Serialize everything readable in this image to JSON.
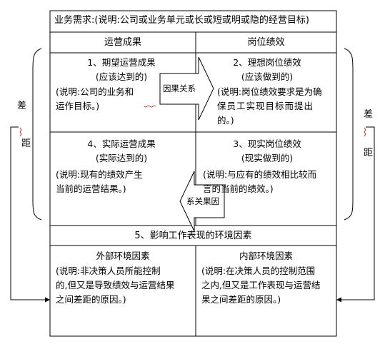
{
  "header": {
    "text": "业务需求:(说明:公司或业务单元或长或短或明或隐的经营目标)"
  },
  "columns": {
    "left": "运营成果",
    "right": "岗位绩效"
  },
  "q1": {
    "title": "1、期望运营成果",
    "sub": "(应该达到的)",
    "desc1": "(说明:公司的业务和",
    "desc2": "运作目标。)"
  },
  "q2": {
    "title": "2、理想岗位绩效",
    "sub": "(应该做到的)",
    "desc1": "(说明:岗位绩效要求是为确",
    "desc2": "保员工实现目标而提出",
    "desc3": "的。)"
  },
  "q3": {
    "title": "3、现实岗位绩效",
    "sub": "(现实做到的)",
    "desc1": "(说明:与应有的绩效相比较而",
    "desc2": "言的当前的绩效。)"
  },
  "q4": {
    "title": "4、实际运营成果",
    "sub": "(实际达到的)",
    "desc1": "(说明:现有的绩效产生",
    "desc2": "当前的运营结果。)"
  },
  "arrows": {
    "right_label": "因果关系",
    "left_label": "系关果因"
  },
  "env": {
    "title": "5、影响工作表现的环境因素",
    "external": {
      "title": "外部环境因素",
      "desc1": "(说明:非决策人员所能控制",
      "desc2": "的,但又是导致绩效与运营结果",
      "desc3": "之间差距的原因。)"
    },
    "internal": {
      "title": "内部环境因素",
      "desc1": "(说明:在决策人员的控制范围",
      "desc2": "之内,但又是工作表现与运营结",
      "desc3": "果之间差距的原因。)"
    }
  },
  "gap_left": {
    "c1": "差",
    "c2": "距"
  },
  "gap_right": {
    "c1": "差",
    "c2": "距"
  }
}
